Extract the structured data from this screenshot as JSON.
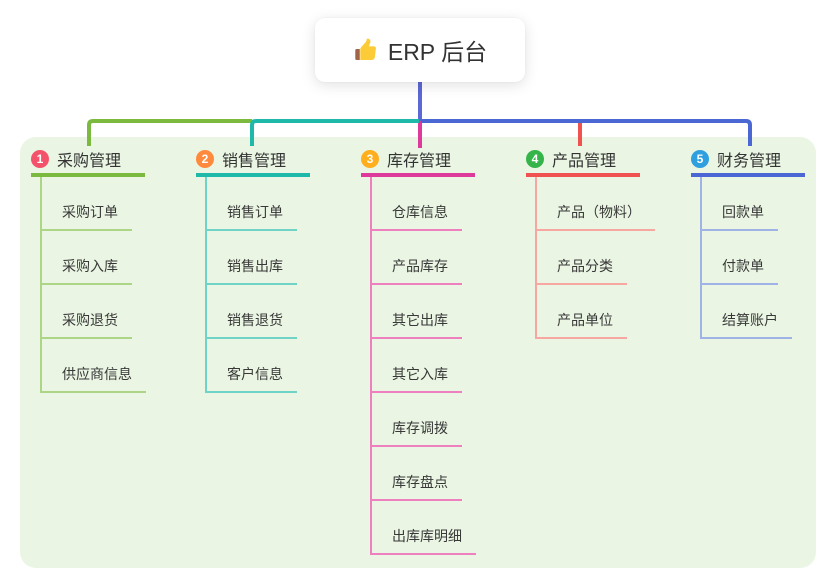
{
  "canvas": {
    "panel_background": "#EAF6E3",
    "root_connector_color": "#5B68D6"
  },
  "root": {
    "icon": "thumbs-up-icon",
    "title": "ERP 后台"
  },
  "branches": [
    {
      "index": "1",
      "label": "采购管理",
      "badge_color": "#F4526B",
      "accent_color": "#7CBA3F",
      "light_color": "#ACD585",
      "children": [
        "采购订单",
        "采购入库",
        "采购退货",
        "供应商信息"
      ]
    },
    {
      "index": "2",
      "label": "销售管理",
      "badge_color": "#FF8A3D",
      "accent_color": "#1FB9A9",
      "light_color": "#6FD3C5",
      "children": [
        "销售订单",
        "销售出库",
        "销售退货",
        "客户信息"
      ]
    },
    {
      "index": "3",
      "label": "库存管理",
      "badge_color": "#FFAF1E",
      "accent_color": "#DD3A9B",
      "light_color": "#EF80BF",
      "children": [
        "仓库信息",
        "产品库存",
        "其它出库",
        "其它入库",
        "库存调拨",
        "库存盘点",
        "出库库明细"
      ]
    },
    {
      "index": "4",
      "label": "产品管理",
      "badge_color": "#35B44A",
      "accent_color": "#F0534F",
      "light_color": "#F7A6A1",
      "children": [
        "产品（物料）",
        "产品分类",
        "产品单位"
      ]
    },
    {
      "index": "5",
      "label": "财务管理",
      "badge_color": "#2F9FE0",
      "accent_color": "#4A67D3",
      "light_color": "#9FB3E6",
      "children": [
        "回款单",
        "付款单",
        "结算账户"
      ]
    }
  ]
}
